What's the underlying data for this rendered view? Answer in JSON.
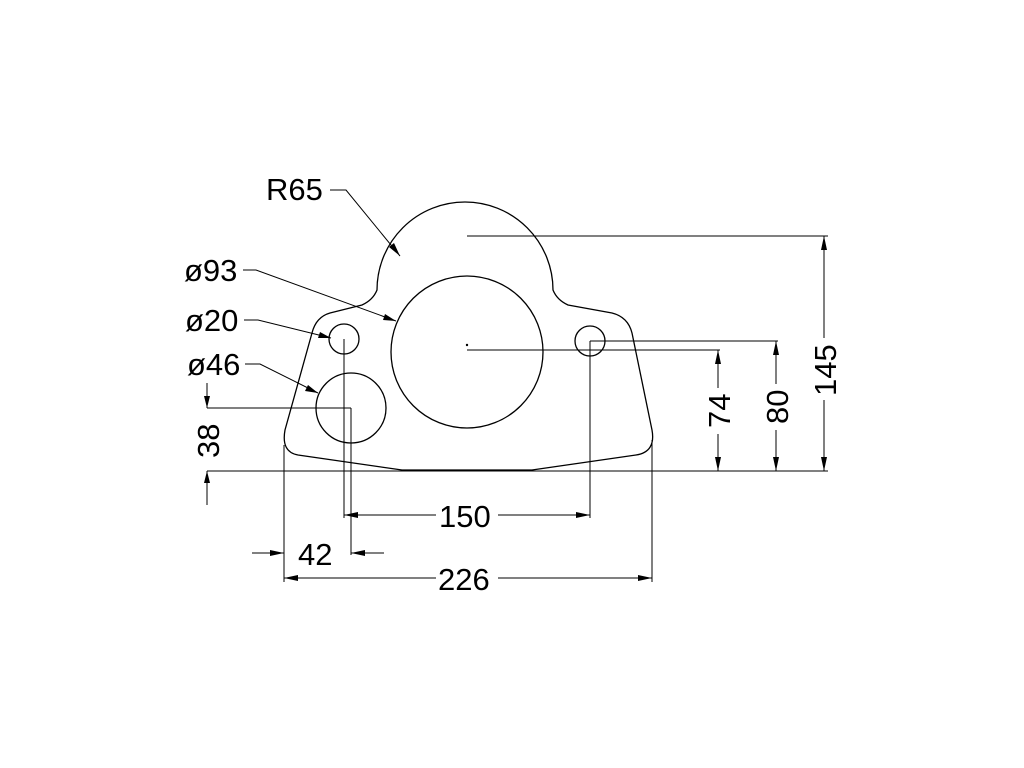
{
  "drawing": {
    "labels": {
      "r65": "R65",
      "d93": "ø93",
      "d20": "ø20",
      "d46": "ø46",
      "d38": "38",
      "d150": "150",
      "d42": "42",
      "d226": "226",
      "d74": "74",
      "d80": "80",
      "d145": "145"
    }
  }
}
